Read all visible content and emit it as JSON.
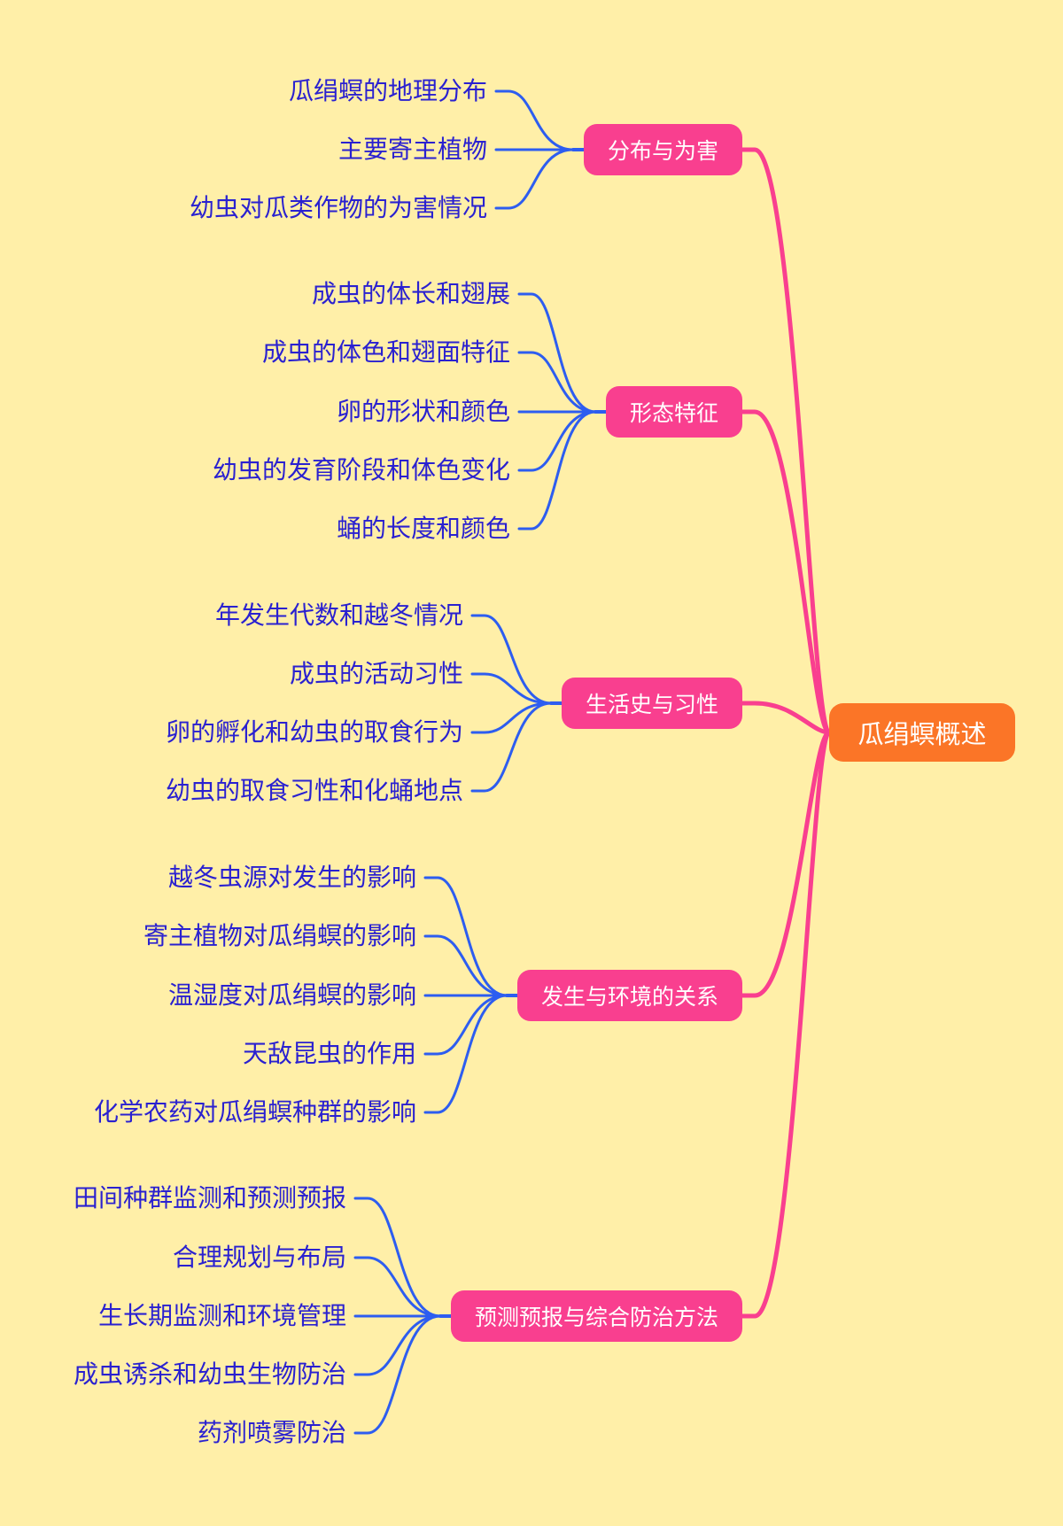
{
  "colors": {
    "background": "#ffefa8",
    "root_fill": "#fb7527",
    "branch_fill": "#f93f8f",
    "branch_connector": "#f93f8f",
    "leaf_connector": "#2d5df0",
    "leaf_text": "#2a21d0",
    "node_text": "#ffffff"
  },
  "root": {
    "label": "瓜绢螟概述"
  },
  "branches": [
    {
      "label": "分布与为害",
      "children": [
        "瓜绢螟的地理分布",
        "主要寄主植物",
        "幼虫对瓜类作物的为害情况"
      ]
    },
    {
      "label": "形态特征",
      "children": [
        "成虫的体长和翅展",
        "成虫的体色和翅面特征",
        "卵的形状和颜色",
        "幼虫的发育阶段和体色变化",
        "蛹的长度和颜色"
      ]
    },
    {
      "label": "生活史与习性",
      "children": [
        "年发生代数和越冬情况",
        "成虫的活动习性",
        "卵的孵化和幼虫的取食行为",
        "幼虫的取食习性和化蛹地点"
      ]
    },
    {
      "label": "发生与环境的关系",
      "children": [
        "越冬虫源对发生的影响",
        "寄主植物对瓜绢螟的影响",
        "温湿度对瓜绢螟的影响",
        "天敌昆虫的作用",
        "化学农药对瓜绢螟种群的影响"
      ]
    },
    {
      "label": "预测预报与综合防治方法",
      "children": [
        "田间种群监测和预测预报",
        "合理规划与布局",
        "生长期监测和环境管理",
        "成虫诱杀和幼虫生物防治",
        "药剂喷雾防治"
      ]
    }
  ]
}
